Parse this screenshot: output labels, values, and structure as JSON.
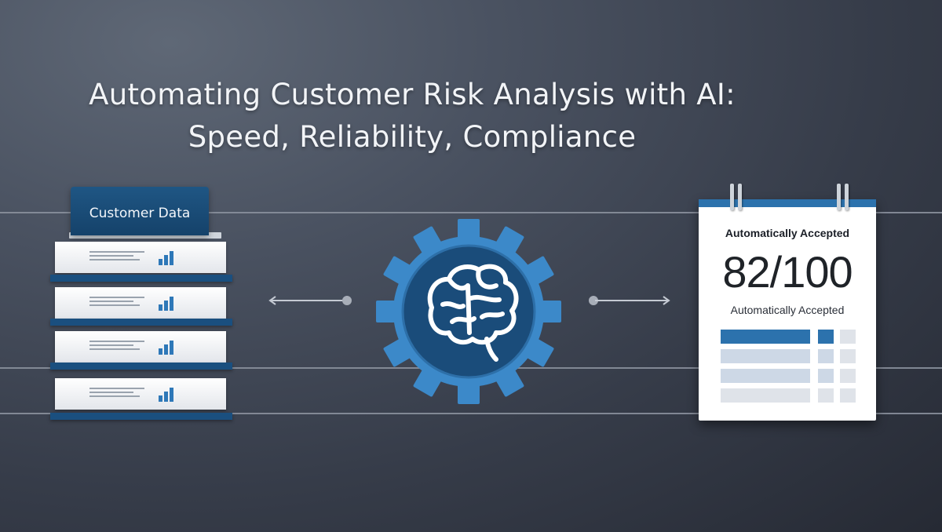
{
  "title": {
    "line1": "Automating Customer Risk Analysis with AI:",
    "line2": "Speed, Reliability, Compliance"
  },
  "customer_data": {
    "label": "Customer Data",
    "icon": "document-stack-icon"
  },
  "ai_engine": {
    "icon": "brain-gear-icon"
  },
  "result_card": {
    "label_top": "Automatically Accepted",
    "score": "82/100",
    "label_bottom": "Automatically Accepted",
    "icon": "calendar-report-icon"
  },
  "colors": {
    "accent_blue": "#2c72ad",
    "dark_blue": "#15426a",
    "gear_blue": "#3c89c9"
  }
}
